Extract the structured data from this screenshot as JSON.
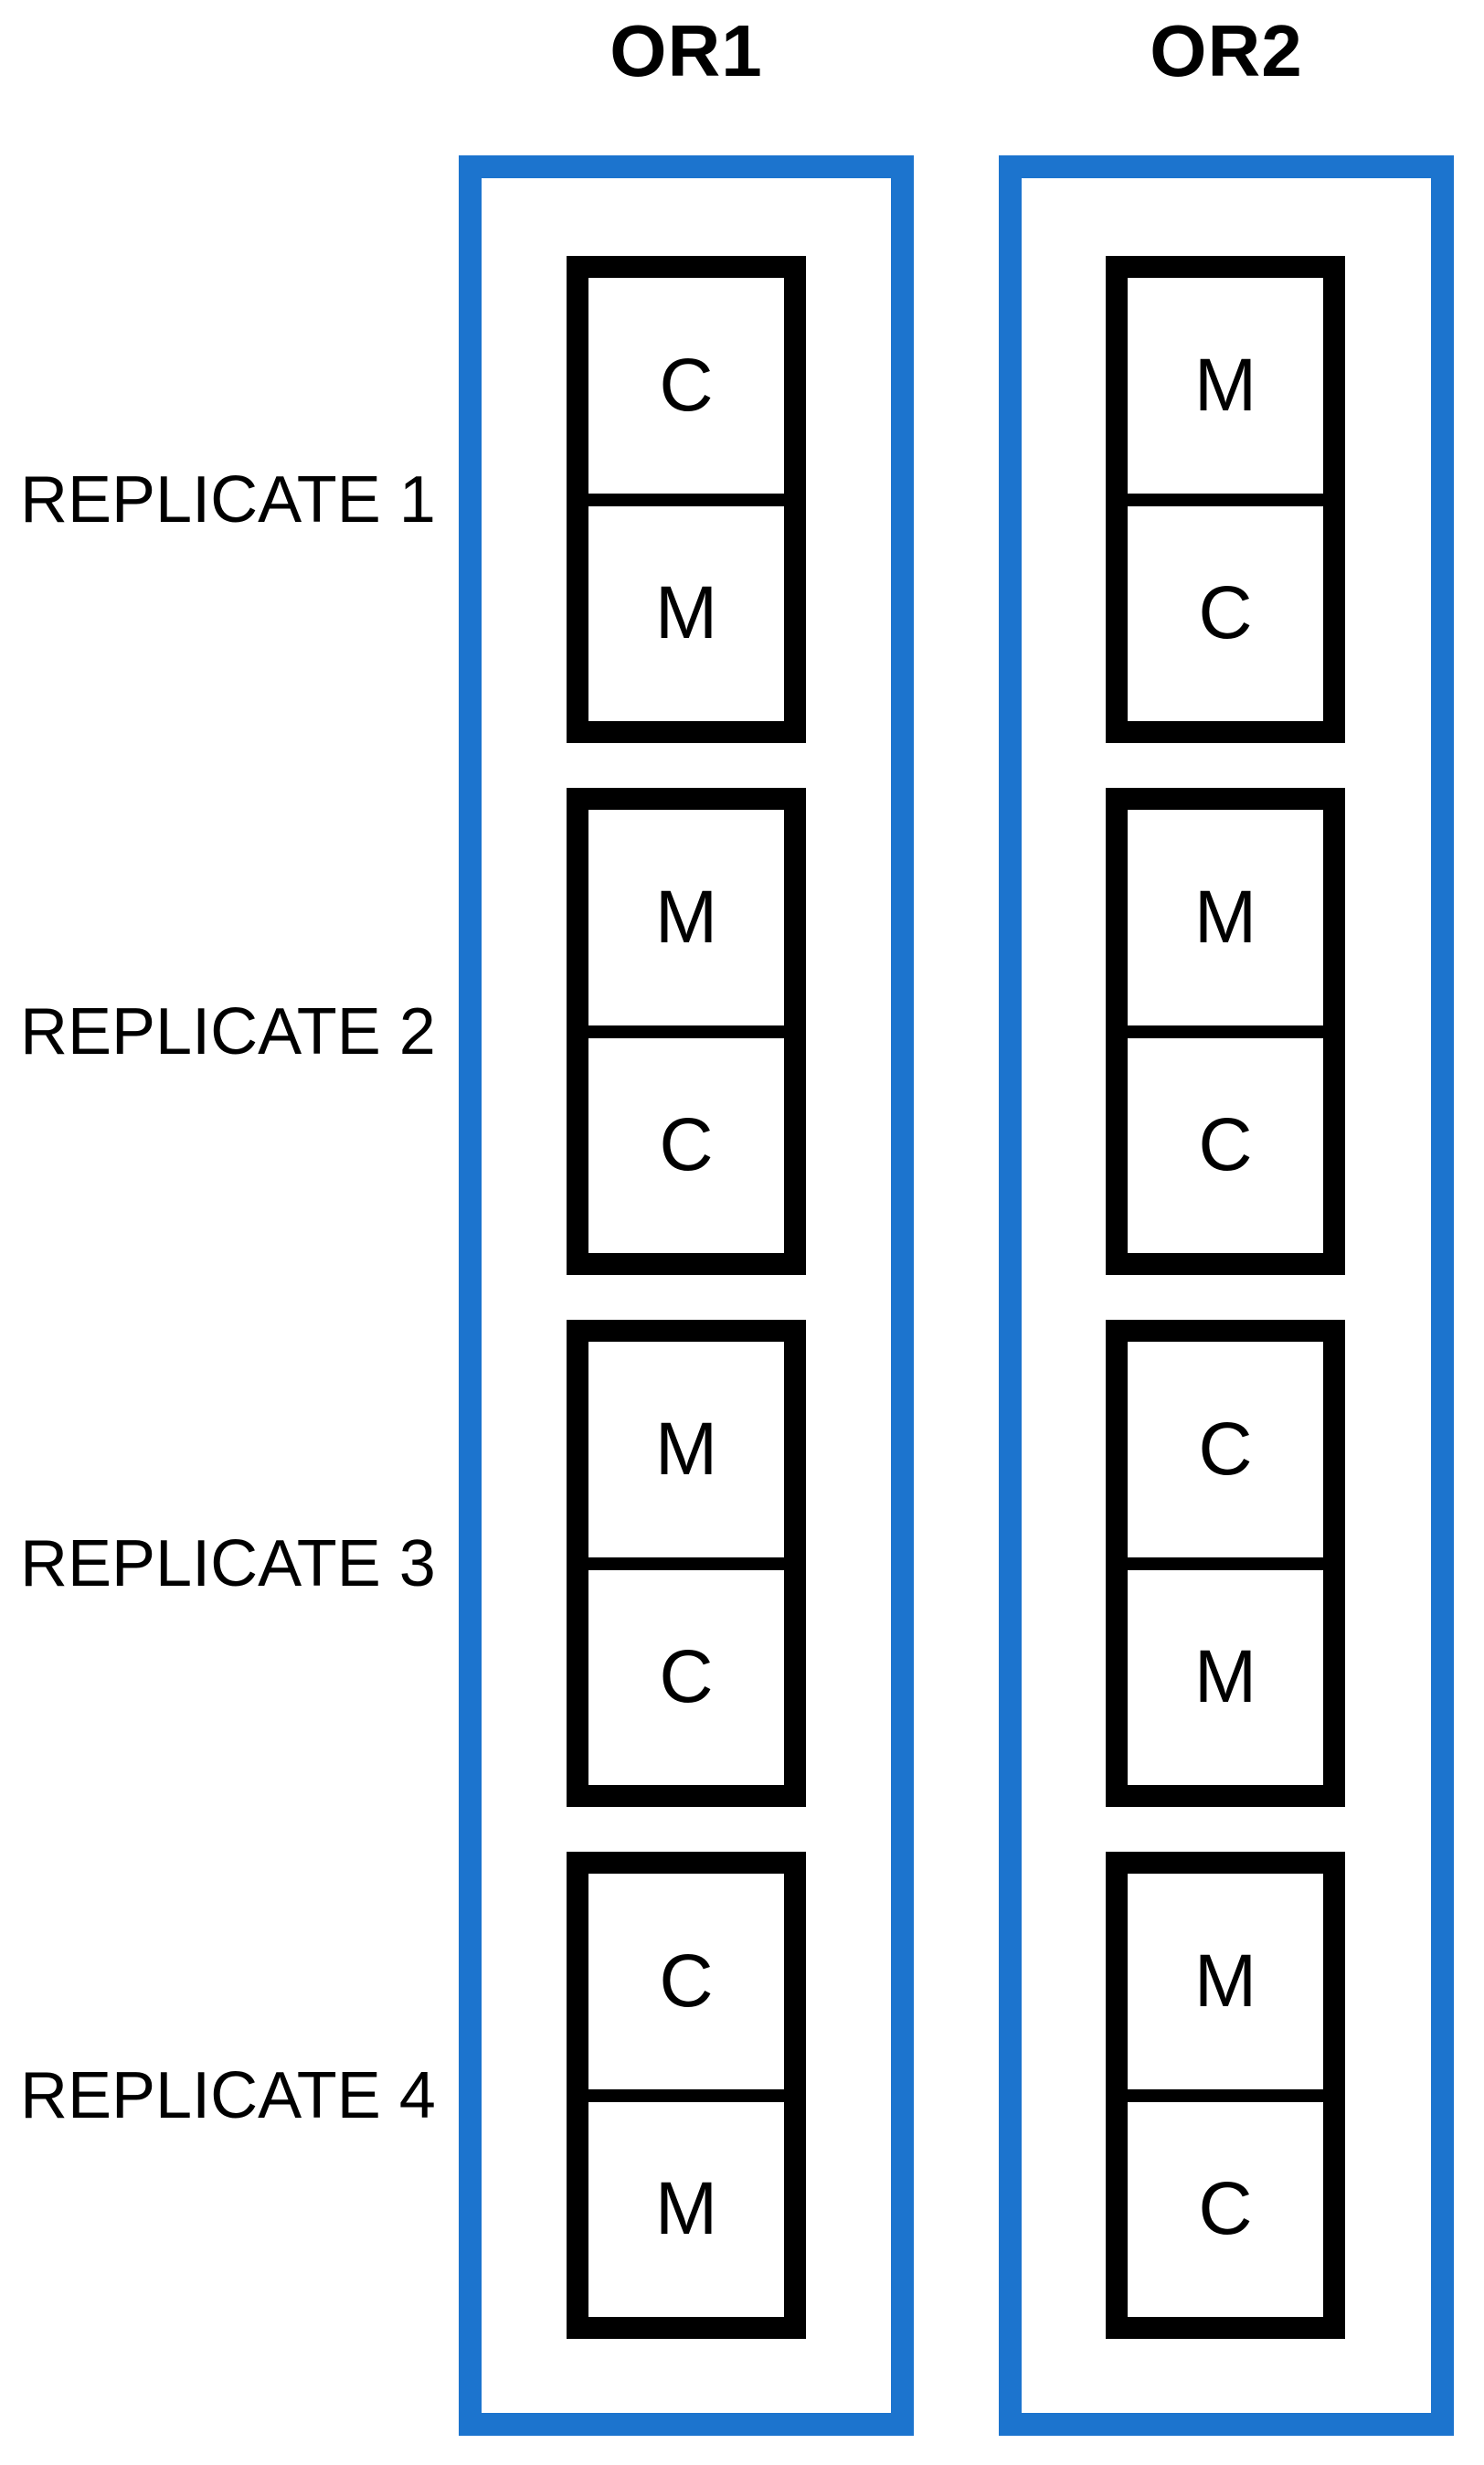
{
  "figure": {
    "columns": [
      {
        "label": "OR1",
        "replicates": [
          {
            "top": "C",
            "bottom": "M"
          },
          {
            "top": "M",
            "bottom": "C"
          },
          {
            "top": "M",
            "bottom": "C"
          },
          {
            "top": "C",
            "bottom": "M"
          }
        ]
      },
      {
        "label": "OR2",
        "replicates": [
          {
            "top": "M",
            "bottom": "C"
          },
          {
            "top": "M",
            "bottom": "C"
          },
          {
            "top": "C",
            "bottom": "M"
          },
          {
            "top": "M",
            "bottom": "C"
          }
        ]
      }
    ],
    "row_labels": [
      "REPLICATE 1",
      "REPLICATE 2",
      "REPLICATE 3",
      "REPLICATE 4"
    ],
    "colors": {
      "column_border": "#1C74CE",
      "box_border": "#000000",
      "text": "#000000",
      "background": "#FFFFFF"
    }
  }
}
